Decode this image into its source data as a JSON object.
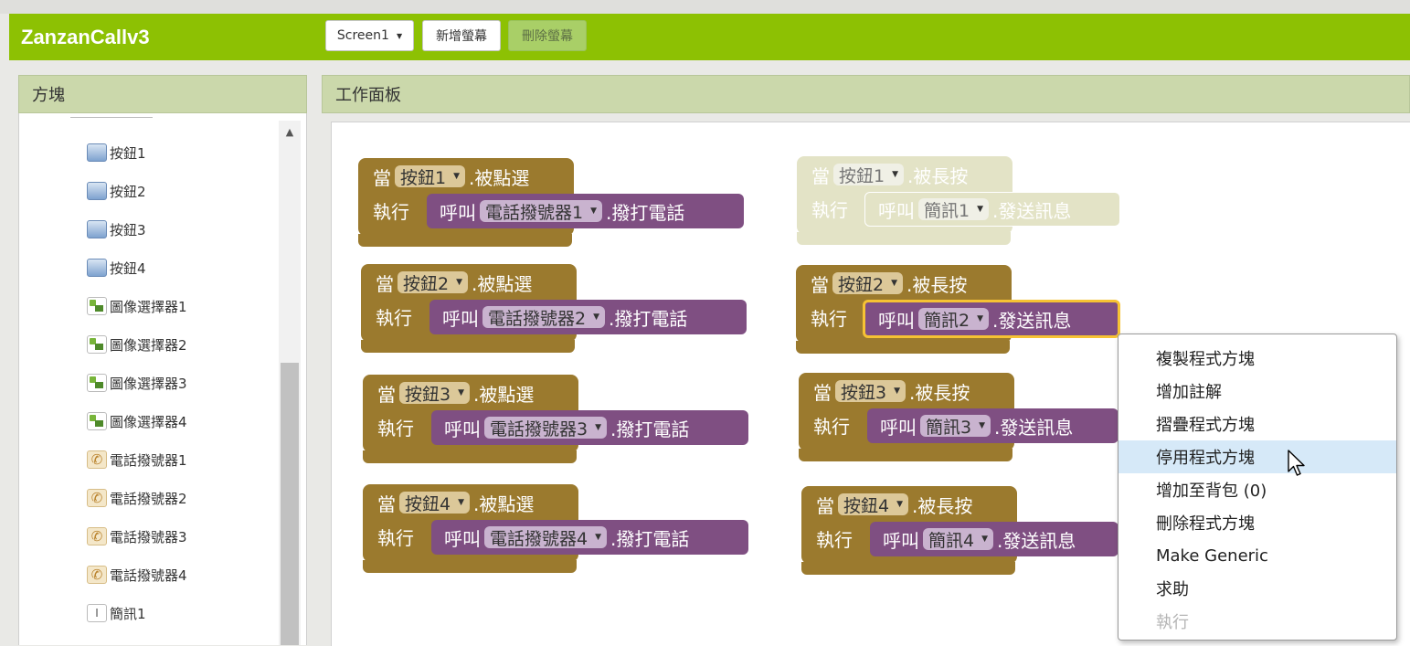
{
  "app": {
    "title": "ZanzanCallv3"
  },
  "toolbar": {
    "screen_select": "Screen1",
    "add_screen": "新增螢幕",
    "delete_screen": "刪除螢幕"
  },
  "blocks_panel": {
    "title": "方塊",
    "items": [
      {
        "label": "按鈕1",
        "icon": "button-icon"
      },
      {
        "label": "按鈕2",
        "icon": "button-icon"
      },
      {
        "label": "按鈕3",
        "icon": "button-icon"
      },
      {
        "label": "按鈕4",
        "icon": "button-icon"
      },
      {
        "label": "圖像選擇器1",
        "icon": "image-picker-icon"
      },
      {
        "label": "圖像選擇器2",
        "icon": "image-picker-icon"
      },
      {
        "label": "圖像選擇器3",
        "icon": "image-picker-icon"
      },
      {
        "label": "圖像選擇器4",
        "icon": "image-picker-icon"
      },
      {
        "label": "電話撥號器1",
        "icon": "phone-icon"
      },
      {
        "label": "電話撥號器2",
        "icon": "phone-icon"
      },
      {
        "label": "電話撥號器3",
        "icon": "phone-icon"
      },
      {
        "label": "電話撥號器4",
        "icon": "phone-icon"
      },
      {
        "label": "簡訊1",
        "icon": "sms-icon"
      }
    ]
  },
  "workspace": {
    "title": "工作面板",
    "labels": {
      "when": "當",
      "do": "執行",
      "call": "呼叫"
    },
    "click_blocks": [
      {
        "component": "按鈕1",
        "event": ".被點選",
        "target": "電話撥號器1",
        "method": ".撥打電話"
      },
      {
        "component": "按鈕2",
        "event": ".被點選",
        "target": "電話撥號器2",
        "method": ".撥打電話"
      },
      {
        "component": "按鈕3",
        "event": ".被點選",
        "target": "電話撥號器3",
        "method": ".撥打電話"
      },
      {
        "component": "按鈕4",
        "event": ".被點選",
        "target": "電話撥號器4",
        "method": ".撥打電話"
      }
    ],
    "longclick_blocks": [
      {
        "component": "按鈕1",
        "event": ".被長按",
        "target": "簡訊1",
        "method": ".發送訊息",
        "disabled": true
      },
      {
        "component": "按鈕2",
        "event": ".被長按",
        "target": "簡訊2",
        "method": ".發送訊息",
        "selected": true
      },
      {
        "component": "按鈕3",
        "event": ".被長按",
        "target": "簡訊3",
        "method": ".發送訊息"
      },
      {
        "component": "按鈕4",
        "event": ".被長按",
        "target": "簡訊4",
        "method": ".發送訊息"
      }
    ]
  },
  "context_menu": {
    "items": [
      {
        "label": "複製程式方塊"
      },
      {
        "label": "增加註解"
      },
      {
        "label": "摺疊程式方塊"
      },
      {
        "label": "停用程式方塊",
        "highlighted": true
      },
      {
        "label": "增加至背包 (0)"
      },
      {
        "label": "刪除程式方塊"
      },
      {
        "label": "Make Generic"
      },
      {
        "label": "求助"
      },
      {
        "label": "執行",
        "disabled": true
      }
    ]
  },
  "colors": {
    "appbar": "#8dc103",
    "event_block": "#9b7a2e",
    "method_block": "#7f4f82",
    "panel_header": "#cbd8ab"
  }
}
